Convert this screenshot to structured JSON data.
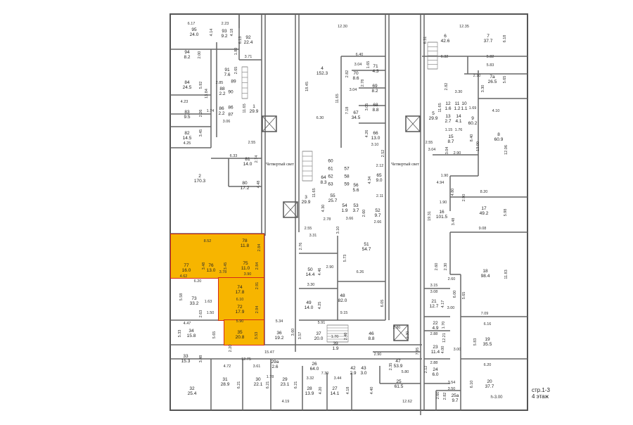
{
  "atrium_label": "Четвертый свет",
  "ceiling_height": "h-3.00",
  "footer": {
    "page": "стр.1-3",
    "floor": "4 этаж"
  },
  "highlight_color": "#f7b500",
  "rooms": [
    {
      "num": "95",
      "area": "24.0"
    },
    {
      "num": "93",
      "area": "9.2"
    },
    {
      "num": "92",
      "area": "22.4"
    },
    {
      "num": "94",
      "area": "8.2"
    },
    {
      "num": "84",
      "area": "24.5"
    },
    {
      "num": "91",
      "area": "7.6"
    },
    {
      "num": "89",
      "area": ""
    },
    {
      "num": "90",
      "area": ""
    },
    {
      "num": "88",
      "area": "2.2"
    },
    {
      "num": "86",
      "area": "2.2"
    },
    {
      "num": "86",
      "area": ""
    },
    {
      "num": "87",
      "area": ""
    },
    {
      "num": "1",
      "area": "29.9"
    },
    {
      "num": "83",
      "area": "9.5"
    },
    {
      "num": "82",
      "area": "14.5"
    },
    {
      "num": "81",
      "area": "14.0"
    },
    {
      "num": "80",
      "area": "17.2"
    },
    {
      "num": "2",
      "area": "170.3"
    },
    {
      "num": "4",
      "area": "152.3"
    },
    {
      "num": "70",
      "area": "8.6"
    },
    {
      "num": "71",
      "area": "4.3"
    },
    {
      "num": "69",
      "area": "8.2"
    },
    {
      "num": "68",
      "area": "8.8"
    },
    {
      "num": "67",
      "area": "34.5"
    },
    {
      "num": "66",
      "area": "13.0"
    },
    {
      "num": "60",
      "area": ""
    },
    {
      "num": "61",
      "area": ""
    },
    {
      "num": "62",
      "area": ""
    },
    {
      "num": "63",
      "area": ""
    },
    {
      "num": "57",
      "area": ""
    },
    {
      "num": "58",
      "area": ""
    },
    {
      "num": "59",
      "area": ""
    },
    {
      "num": "64",
      "area": "8.3"
    },
    {
      "num": "65",
      "area": "9.0"
    },
    {
      "num": "3",
      "area": "29.9"
    },
    {
      "num": "55",
      "area": "25.7"
    },
    {
      "num": "54",
      "area": "1.9"
    },
    {
      "num": "53",
      "area": "3.7"
    },
    {
      "num": "52",
      "area": "9.7"
    },
    {
      "num": "56",
      "area": "5.6"
    },
    {
      "num": "51",
      "area": "54.7"
    },
    {
      "num": "50",
      "area": "14.4"
    },
    {
      "num": "49",
      "area": "14.0"
    },
    {
      "num": "48",
      "area": "82.0"
    },
    {
      "num": "37",
      "area": "20.0"
    },
    {
      "num": "46",
      "area": "8.8"
    },
    {
      "num": "47",
      "area": "53.9"
    },
    {
      "num": "43",
      "area": "3.0"
    },
    {
      "num": "42",
      "area": "2.9"
    },
    {
      "num": "39",
      "area": "1.9"
    },
    {
      "num": "26",
      "area": "64.0"
    },
    {
      "num": "25",
      "area": "61.5"
    },
    {
      "num": "27",
      "area": "14.1"
    },
    {
      "num": "28",
      "area": "13.9"
    },
    {
      "num": "29",
      "area": "23.1"
    },
    {
      "num": "29a",
      "area": "2.6"
    },
    {
      "num": "30",
      "area": "22.1"
    },
    {
      "num": "31",
      "area": "28.9"
    },
    {
      "num": "32",
      "area": "25.4"
    },
    {
      "num": "33",
      "area": "15.3"
    },
    {
      "num": "34",
      "area": "15.8"
    },
    {
      "num": "36",
      "area": "19.2"
    },
    {
      "num": "35",
      "area": "20.8"
    },
    {
      "num": "72",
      "area": "17.9"
    },
    {
      "num": "74",
      "area": "17.8"
    },
    {
      "num": "73",
      "area": "33.2"
    },
    {
      "num": "75",
      "area": "11.0"
    },
    {
      "num": "76",
      "area": "13.0"
    },
    {
      "num": "77",
      "area": "16.0"
    },
    {
      "num": "78",
      "area": "11.8"
    },
    {
      "num": "6",
      "area": "42.6"
    },
    {
      "num": "7",
      "area": "37.7"
    },
    {
      "num": "7a",
      "area": "26.5"
    },
    {
      "num": "5",
      "area": "29.9"
    },
    {
      "num": "12",
      "area": "1.6"
    },
    {
      "num": "11",
      "area": "1.2"
    },
    {
      "num": "10",
      "area": "1.1"
    },
    {
      "num": "13",
      "area": "2.7"
    },
    {
      "num": "14",
      "area": "4.1"
    },
    {
      "num": "15",
      "area": "8.7"
    },
    {
      "num": "9",
      "area": "60.2"
    },
    {
      "num": "8",
      "area": "60.9"
    },
    {
      "num": "16",
      "area": "101.5"
    },
    {
      "num": "17",
      "area": "49.2"
    },
    {
      "num": "18",
      "area": "98.4"
    },
    {
      "num": "21",
      "area": "12.7"
    },
    {
      "num": "22",
      "area": "4.9"
    },
    {
      "num": "23",
      "area": "11.4"
    },
    {
      "num": "24",
      "area": "6.0"
    },
    {
      "num": "19",
      "area": "35.5"
    },
    {
      "num": "20",
      "area": "37.7"
    },
    {
      "num": "25a",
      "area": "9.7"
    }
  ],
  "dimensions": [
    "6.17",
    "2.23",
    "12.30",
    "12.35",
    "4.14",
    "4.18",
    "6.13",
    "3.71",
    "2.00",
    "1.80",
    "5.92",
    "13.84",
    "2.65",
    "2.85",
    "4.23",
    "1.74",
    "2.26",
    "3.06",
    "11.65",
    "3.45",
    "4.25",
    "2.55",
    "6.33",
    "2.74",
    "4.48",
    "18.45",
    "6.30",
    "6.40",
    "3.04",
    "2.82",
    "1.65",
    "2.78",
    "3.04",
    "11.65",
    "7.18",
    "3.05",
    "4.26",
    "3.10",
    "2.52",
    "2.12",
    "4.34",
    "11.65",
    "4.30",
    "2.55",
    "3.31",
    "2.78",
    "3.66",
    "3.10",
    "2.11",
    "2.60",
    "2.66",
    "2.76",
    "5.73",
    "6.26",
    "2.90",
    "4.46",
    "3.30",
    "4.25",
    "9.15",
    "6.05",
    "5.91",
    "2.40",
    "1.70",
    "2.80",
    "2.30",
    "7.95",
    "2.90",
    "2.35",
    "5.80",
    "15.47",
    "12.75",
    "2.20",
    "3.48",
    "4.72",
    "3.61",
    "1.78",
    "7.30",
    "6.21",
    "6.21",
    "6.21",
    "3.32",
    "3.44",
    "4.20",
    "4.18",
    "4.40",
    "4.19",
    "12.62",
    "5.33",
    "5.65",
    "4.47",
    "5.58",
    "6.20",
    "1.63",
    "1.50",
    "2.63",
    "4.62",
    "3.48",
    "3.45",
    "3.78",
    "3.90",
    "2.84",
    "2.84",
    "8.52",
    "2.91",
    "6.10",
    "2.94",
    "5.90",
    "3.53",
    "5.34",
    "3.60",
    "3.57",
    "6.31",
    "6.32",
    "5.82",
    "5.83",
    "6.18",
    "2.10",
    "5.65",
    "2.82",
    "3.30",
    "3.30",
    "11.65",
    "1.69",
    "8.40",
    "13.00",
    "4.10",
    "12.06",
    "2.55",
    "3.04",
    "3.04",
    "2.90",
    "1.15",
    "1.76",
    "1.90",
    "4.94",
    "4.80",
    "2.90",
    "8.20",
    "1.90",
    "19.31",
    "3.48",
    "5.98",
    "9.08",
    "2.60",
    "2.30",
    "2.60",
    "6.00",
    "5.65",
    "11.83",
    "3.15",
    "3.08",
    "4.17",
    "3.00",
    "7.09",
    "6.16",
    "1.70",
    "12.21",
    "2.88",
    "4.00",
    "3.00",
    "5.83",
    "2.88",
    "2.12",
    "6.20",
    "6.10",
    "3.54",
    "3.50",
    "2.60",
    "2.82"
  ]
}
